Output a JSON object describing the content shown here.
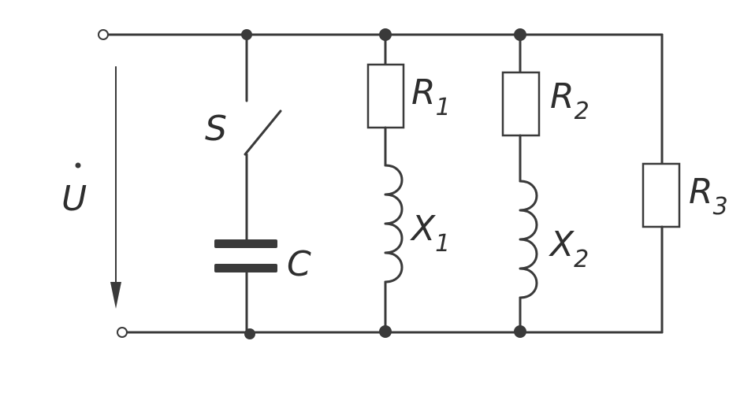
{
  "labels": {
    "voltage": "U",
    "switch": "S",
    "capacitor": "C",
    "r1": {
      "base": "R",
      "sub": "1"
    },
    "r2": {
      "base": "R",
      "sub": "2"
    },
    "r3": {
      "base": "R",
      "sub": "3"
    },
    "x1": {
      "base": "X",
      "sub": "1"
    },
    "x2": {
      "base": "X",
      "sub": "2"
    }
  },
  "style": {
    "ink": "#3a3a3a",
    "paper": "#ffffff"
  }
}
